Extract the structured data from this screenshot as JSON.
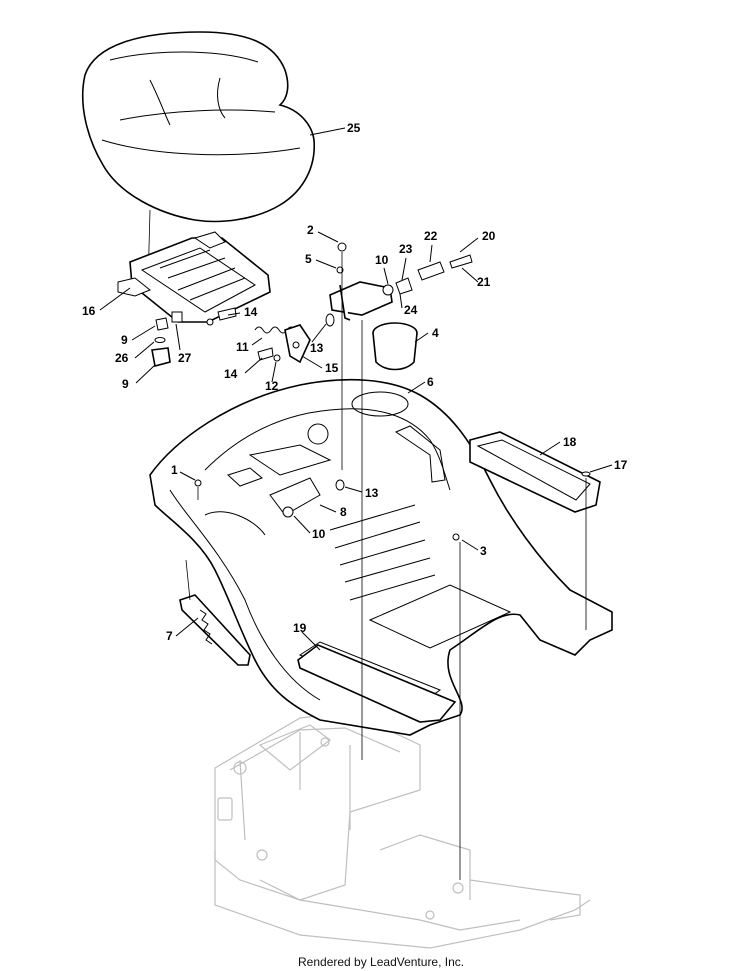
{
  "callouts": [
    {
      "id": "c25",
      "label": "25"
    },
    {
      "id": "c2",
      "label": "2"
    },
    {
      "id": "c5",
      "label": "5"
    },
    {
      "id": "c10a",
      "label": "10"
    },
    {
      "id": "c23",
      "label": "23"
    },
    {
      "id": "c22",
      "label": "22"
    },
    {
      "id": "c20",
      "label": "20"
    },
    {
      "id": "c21",
      "label": "21"
    },
    {
      "id": "c24",
      "label": "24"
    },
    {
      "id": "c4",
      "label": "4"
    },
    {
      "id": "c16",
      "label": "16"
    },
    {
      "id": "c14a",
      "label": "14"
    },
    {
      "id": "c9a",
      "label": "9"
    },
    {
      "id": "c26",
      "label": "26"
    },
    {
      "id": "c27",
      "label": "27"
    },
    {
      "id": "c11",
      "label": "11"
    },
    {
      "id": "c13a",
      "label": "13"
    },
    {
      "id": "c9b",
      "label": "9"
    },
    {
      "id": "c14b",
      "label": "14"
    },
    {
      "id": "c12",
      "label": "12"
    },
    {
      "id": "c15",
      "label": "15"
    },
    {
      "id": "c6",
      "label": "6"
    },
    {
      "id": "c18",
      "label": "18"
    },
    {
      "id": "c17",
      "label": "17"
    },
    {
      "id": "c1",
      "label": "1"
    },
    {
      "id": "c13b",
      "label": "13"
    },
    {
      "id": "c8",
      "label": "8"
    },
    {
      "id": "c10b",
      "label": "10"
    },
    {
      "id": "c3",
      "label": "3"
    },
    {
      "id": "c7",
      "label": "7"
    },
    {
      "id": "c19",
      "label": "19"
    }
  ],
  "footer": "Rendered by LeadVenture, Inc."
}
